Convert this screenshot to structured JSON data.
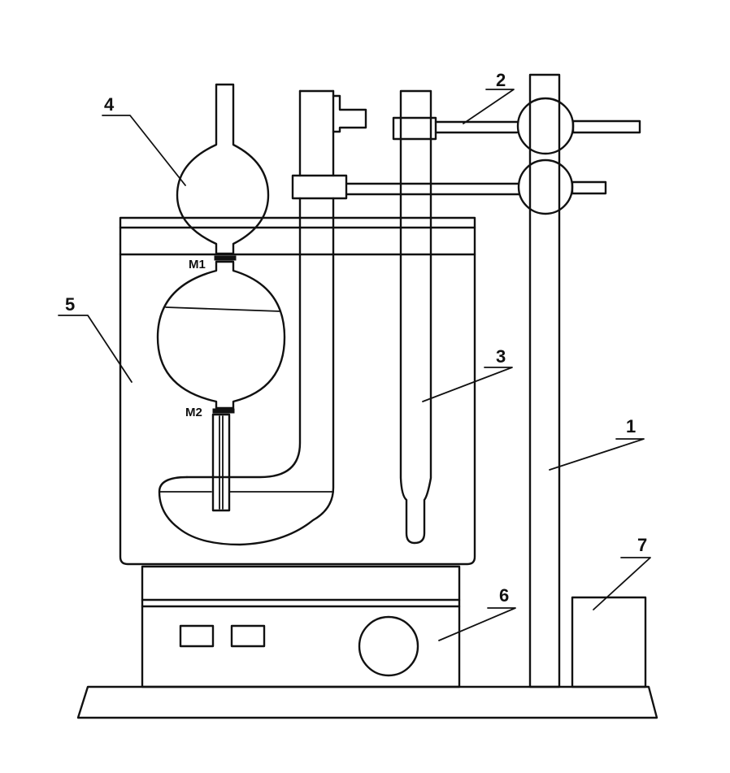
{
  "labels": {
    "stand": "1",
    "clamp": "2",
    "thermometer": "3",
    "vessel": "4",
    "water_bath": "5",
    "stirrer": "6",
    "beaker": "7",
    "mark_upper": "M1",
    "mark_lower": "M2"
  }
}
